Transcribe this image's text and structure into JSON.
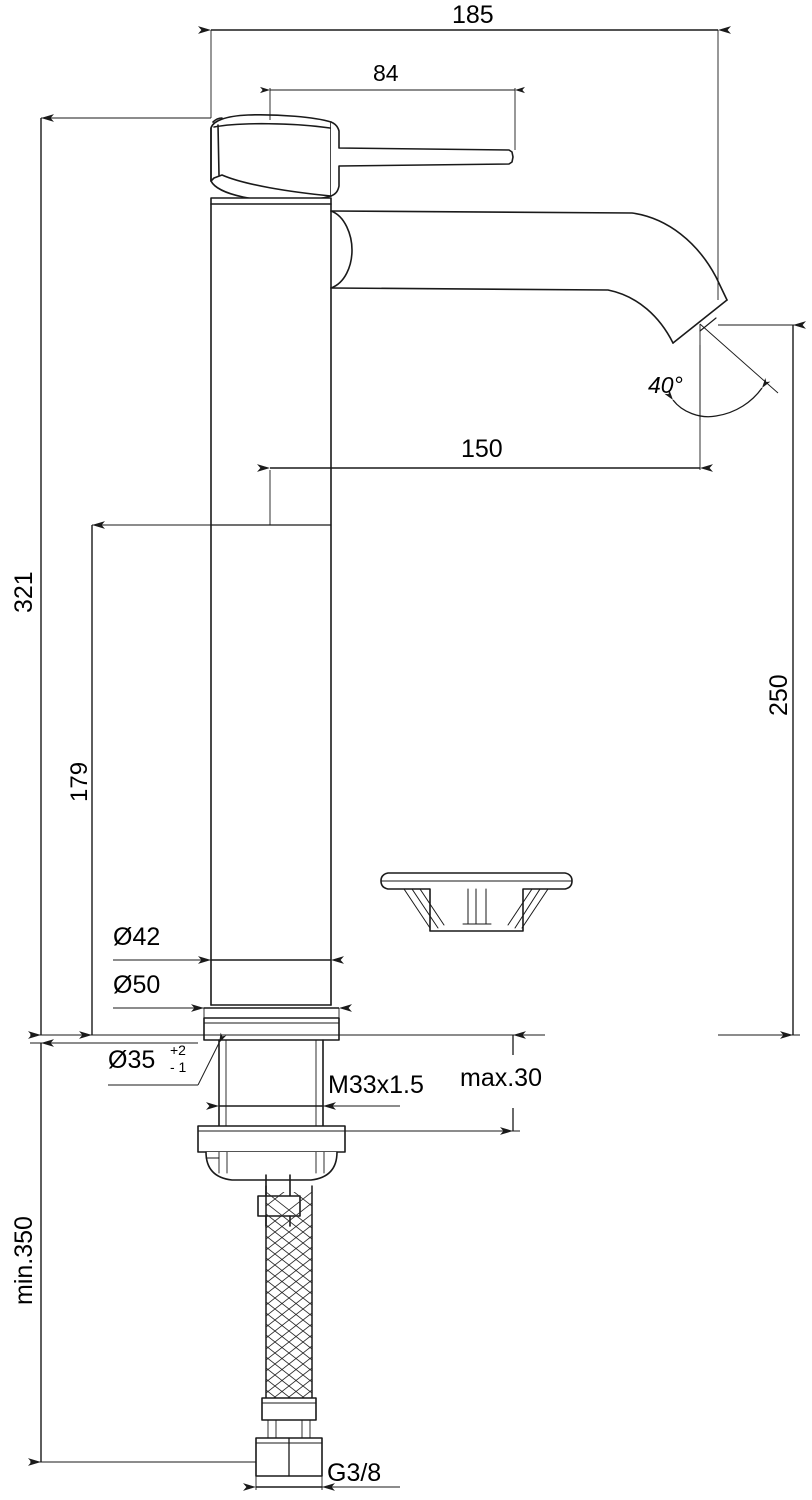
{
  "drawing": {
    "title": "Basin mixer tap technical dimension drawing",
    "units": "mm",
    "line_color": "#1a1a1a",
    "thin_line_color": "#555555",
    "background": "#ffffff"
  },
  "dimensions": {
    "overall_reach": "185",
    "handle_length": "84",
    "spout_reach": "150",
    "outlet_angle": "40°",
    "total_height": "321",
    "body_height": "179",
    "spout_height": "250",
    "body_diameter_upper": "Ø42",
    "base_diameter": "Ø50",
    "hole_diameter": "Ø35",
    "hole_tolerance_plus": "+2",
    "hole_tolerance_minus": "- 1",
    "thread_shank": "M33x1.5",
    "max_thickness": "max.30",
    "min_hose_length": "min.350",
    "supply_thread": "G3/8"
  },
  "parts": {
    "lever_handle": "lever-handle",
    "faucet_body": "faucet-body",
    "curved_spout": "curved-spout",
    "spout_outlet": "spout-outlet",
    "base_flange": "base-flange",
    "threaded_shank": "threaded-shank",
    "mounting_nut": "mounting-nut",
    "braided_hose": "braided-hose",
    "hose_connector": "hose-connector",
    "pop_up_waste": "pop-up-waste-plug"
  }
}
